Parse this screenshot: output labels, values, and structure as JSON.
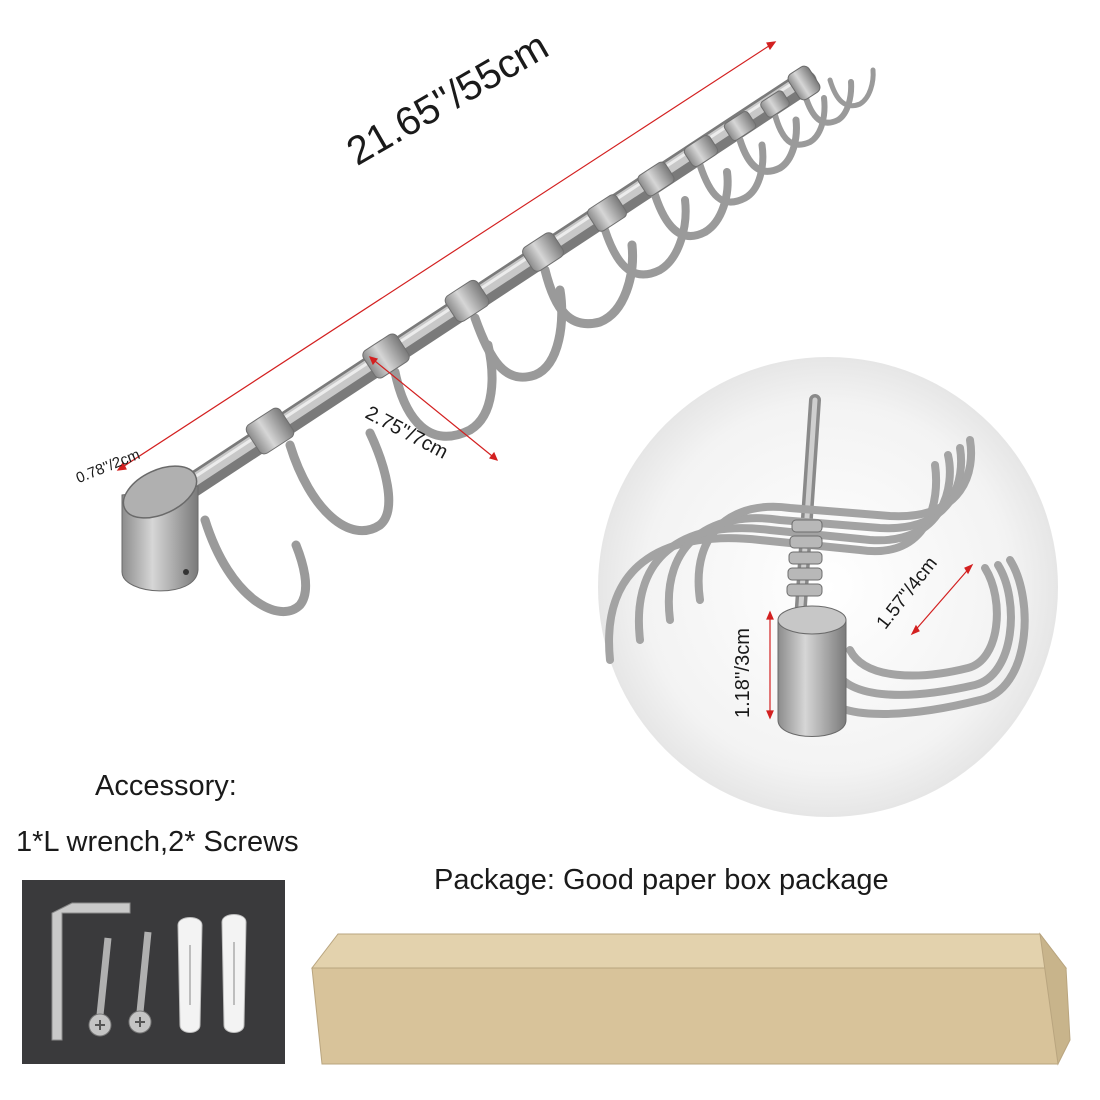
{
  "dimensions": {
    "total_length": "21.65''/55cm",
    "hook_spacing": "2.75''/7cm",
    "rod_diameter": "0.78''/2cm",
    "end_cap_height": "1.18''/3cm",
    "hook_depth": "1.57''/4cm"
  },
  "accessory": {
    "title": "Accessory:",
    "items": "1*L wrench,2* Screws"
  },
  "package": {
    "note": "Package: Good paper box package"
  },
  "colors": {
    "steel": "#b9b9b9",
    "steel_dark": "#7d7d7d",
    "dimension_line": "#d32020",
    "box": "#d8c39a",
    "accessory_bg": "#3a3a3c"
  }
}
